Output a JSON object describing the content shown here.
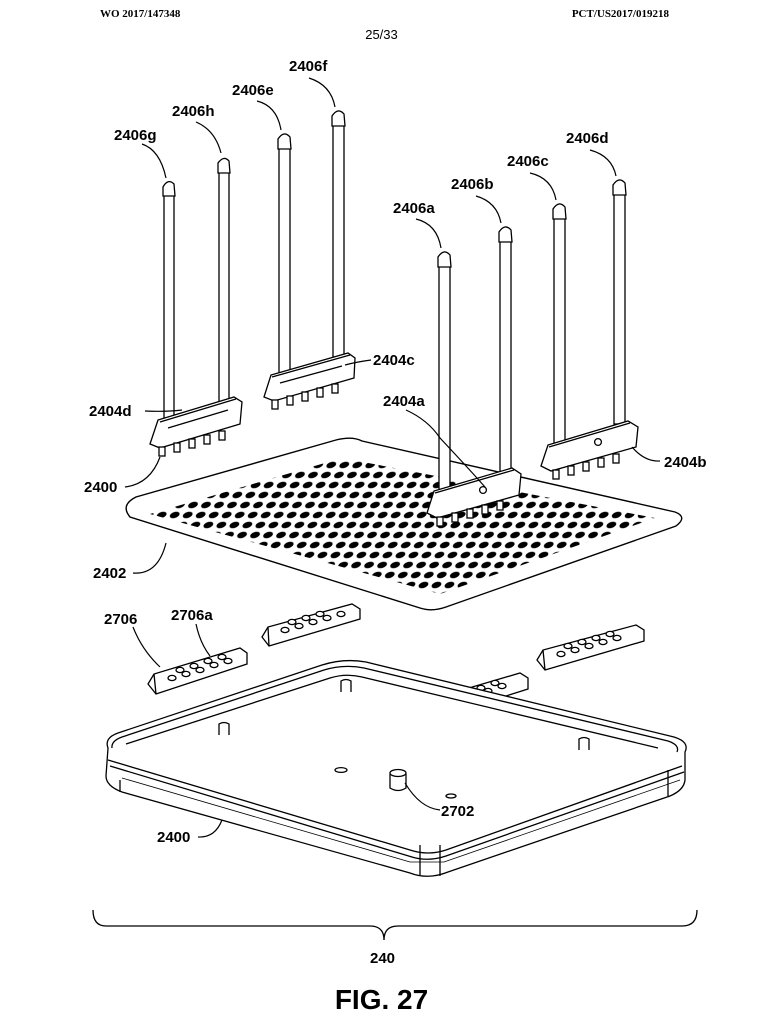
{
  "header": {
    "left": "WO 2017/147348",
    "right": "PCT/US2017/019218",
    "page": "25/33"
  },
  "labels": {
    "r2406g": "2406g",
    "r2406h": "2406h",
    "r2406e": "2406e",
    "r2406f": "2406f",
    "r2406a": "2406a",
    "r2406b": "2406b",
    "r2406c": "2406c",
    "r2406d": "2406d",
    "r2404c": "2404c",
    "r2404d": "2404d",
    "r2404a": "2404a",
    "r2404b": "2404b",
    "r2400_top": "2400",
    "r2402": "2402",
    "r2706": "2706",
    "r2706a": "2706a",
    "r2702": "2702",
    "r2400_bottom": "2400",
    "r240": "240"
  },
  "figure": {
    "caption": "FIG. 27"
  }
}
